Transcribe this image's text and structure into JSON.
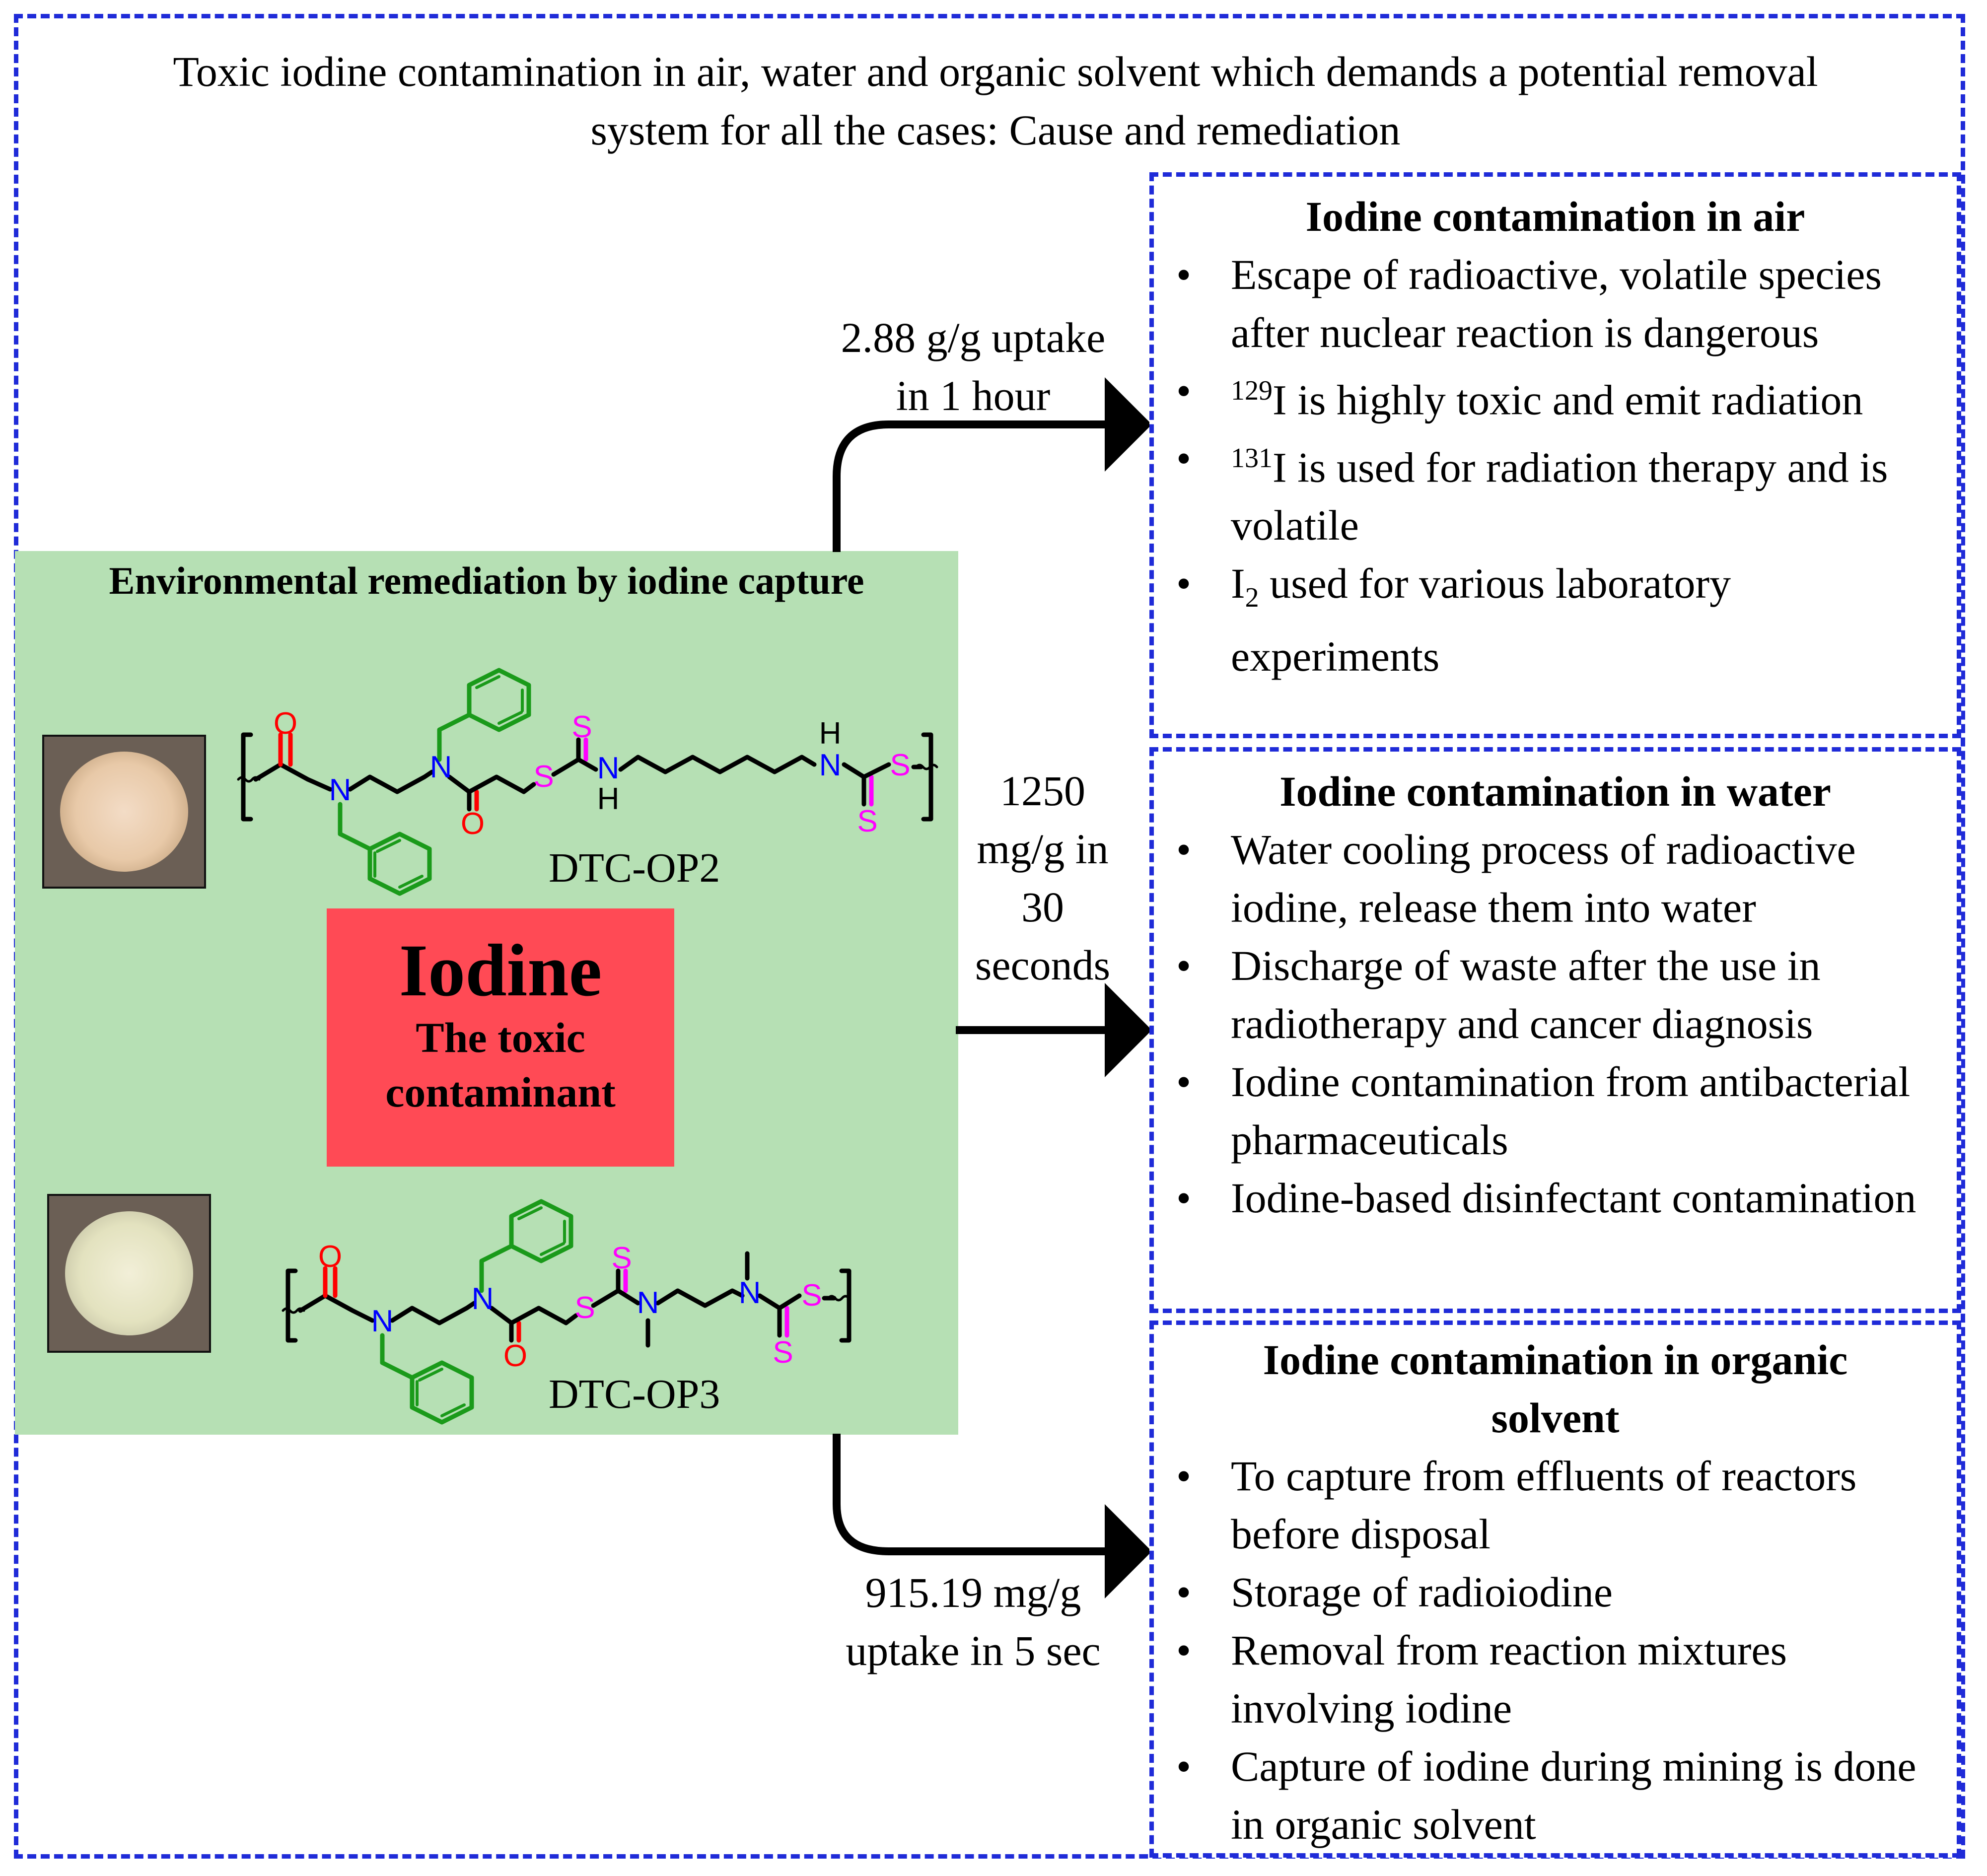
{
  "header": {
    "line1": "Toxic iodine contamination in air, water and organic solvent which demands a potential removal",
    "line2": "system for all the cases: Cause and remediation"
  },
  "center": {
    "panel_title": "Environmental remediation by iodine capture",
    "polymer_1": "DTC-OP2",
    "polymer_2": "DTC-OP3",
    "contaminant_title": "Iodine",
    "contaminant_line1": "The toxic",
    "contaminant_line2": "contaminant"
  },
  "arrows": {
    "air": {
      "line1": "2.88 g/g uptake",
      "line2": "in 1 hour"
    },
    "water": {
      "line1": "1250",
      "line2": "mg/g in",
      "line3": "30",
      "line4": "seconds"
    },
    "solvent": {
      "line1": "915.19 mg/g",
      "line2": "uptake in 5 sec"
    }
  },
  "air_box": {
    "title": "Iodine contamination in air",
    "items": [
      {
        "text": "Escape of radioactive, volatile species after nuclear reaction is dangerous"
      },
      {
        "sup": "129",
        "text": "I is highly toxic and emit radiation"
      },
      {
        "sup": "131",
        "text": "I is used for radiation therapy and is volatile"
      },
      {
        "pre": "I",
        "sub": "2",
        "text": " used for various laboratory experiments"
      }
    ]
  },
  "water_box": {
    "title": "Iodine contamination in water",
    "items": [
      "Water cooling process of radioactive iodine, release them into water",
      "Discharge of waste after the use in radiotherapy and cancer diagnosis",
      "Iodine contamination from antibacterial pharmaceuticals",
      "Iodine-based disinfectant contamination"
    ]
  },
  "solvent_box": {
    "title_line1": "Iodine contamination in organic",
    "title_line2": "solvent",
    "items": [
      "To capture from effluents of reactors before disposal",
      "Storage of radioiodine",
      "Removal from reaction mixtures involving iodine",
      "Capture of iodine during mining is done in organic solvent"
    ]
  },
  "chem_labels": {
    "O": "O",
    "N": "N",
    "S": "S",
    "H": "H"
  },
  "colors": {
    "frame": "#1f2bd8",
    "panel": "#b6e0b4",
    "contaminant": "#ff4a55",
    "oxygen": "#ff0000",
    "nitrogen": "#0000ff",
    "sulfur": "#ff00ff",
    "benzyl": "#1a9a1a"
  }
}
